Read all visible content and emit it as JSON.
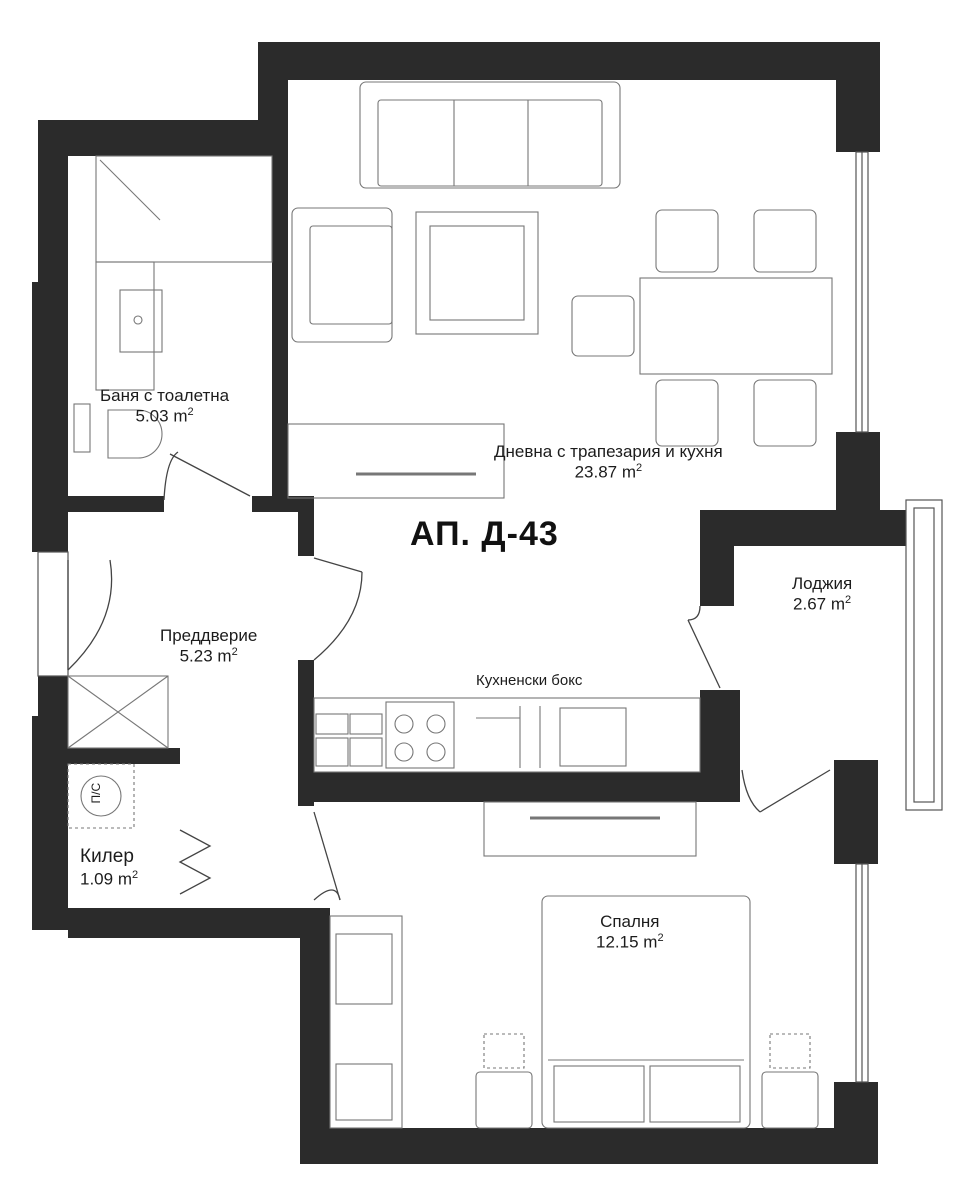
{
  "plan": {
    "title": "АП. Д-43",
    "area_unit": "m",
    "unit_power": "2",
    "rooms": [
      {
        "id": "bath",
        "name": "Баня с тоалетна",
        "area": "5.03"
      },
      {
        "id": "living",
        "name": "Дневна с трапезария и кухня",
        "area": "23.87"
      },
      {
        "id": "loggia",
        "name": "Лоджия",
        "area": "2.67"
      },
      {
        "id": "hall",
        "name": "Преддверие",
        "area": "5.23"
      },
      {
        "id": "pantry",
        "name": "Килер",
        "area": "1.09"
      },
      {
        "id": "bedroom",
        "name": "Спалня",
        "area": "12.15"
      }
    ],
    "kitchen_label": "Кухненски бокс",
    "shaft_label": "П/С"
  },
  "colors": {
    "wall": "#2b2b2b",
    "line": "#555555",
    "background": "#ffffff"
  }
}
